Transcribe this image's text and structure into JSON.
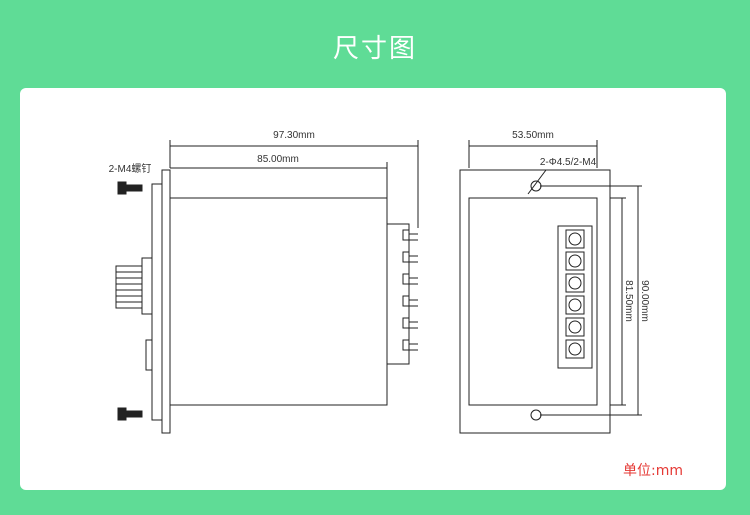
{
  "title": "尺寸图",
  "labels": {
    "width_overall": "97.30mm",
    "width_body": "85.00mm",
    "screw_note": "2-M4螺钉",
    "depth": "53.50mm",
    "hole_note": "2-Φ4.5/2-M4",
    "height_inner": "81.50mm",
    "height_outer": "90.00mm"
  },
  "unit_label": "单位:mm",
  "colors": {
    "background": "#5fdc96",
    "card": "#ffffff",
    "unit_text": "#e53935",
    "line": "#222222"
  }
}
